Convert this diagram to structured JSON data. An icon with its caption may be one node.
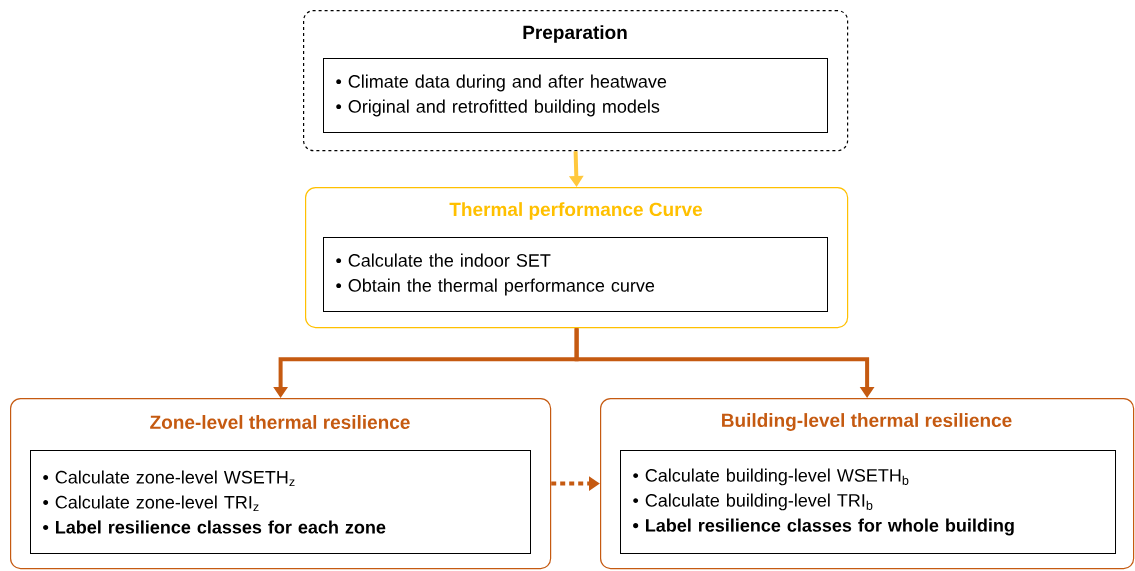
{
  "diagram": {
    "nodes": [
      {
        "text": [
          "Preparation"
        ]
      },
      {
        "text": [
          "• Climate data during and after heatwave",
          "• Original and retrofitted building models"
        ],
        "in": 0
      },
      {
        "text": [
          "Thermal performance Curve"
        ]
      },
      {
        "text": [
          "• Calculate the indoor SET",
          "• Obtain the thermal performance curve"
        ],
        "in": 2
      },
      {
        "text": [
          "Zone-level thermal resilience"
        ]
      },
      {
        "text": [
          "• Calculate zone-level WSETH$_{z}$",
          "• Calculate zone-level TRI$_{z}$",
          "• Label resilience classes for each zone"
        ],
        "in": 4
      },
      {
        "text": [
          "Building-level thermal resilience"
        ]
      },
      {
        "text": [
          "• Calculate building-level WSETH$_{b}$",
          "• Calculate building-level TRI$_{b}$",
          "• Label resilience classes for whole building"
        ],
        "in": 6
      }
    ],
    "edges": [
      {
        "from": 0,
        "to": 2,
        "arrow": "to",
        "color": "#ffc83d"
      },
      {
        "from": 2,
        "to": 4,
        "arrow": "to",
        "color": "#c55a11"
      },
      {
        "from": 2,
        "to": 6,
        "arrow": "to",
        "color": "#c55a11"
      },
      {
        "from": 4,
        "to": 6,
        "arrow": "to",
        "style": "dashed",
        "color": "#c55a11"
      }
    ]
  }
}
